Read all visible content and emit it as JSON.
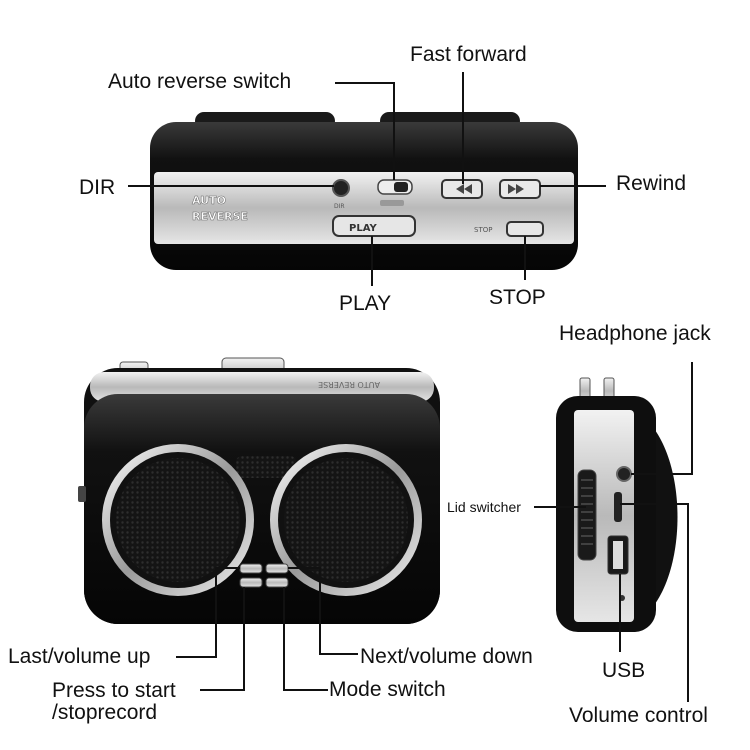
{
  "labels": {
    "auto_reverse_switch": "Auto reverse switch",
    "fast_forward": "Fast forward",
    "dir": "DIR",
    "rewind": "Rewind",
    "play": "PLAY",
    "stop": "STOP",
    "headphone_jack": "Headphone jack",
    "lid_switcher": "Lid switcher",
    "usb": "USB",
    "volume_control": "Volume control",
    "last_volume_up": "Last/volume up",
    "next_volume_down": "Next/volume down",
    "press_to_start_line1": "Press to start",
    "press_to_start_line2": "/stoprecord",
    "mode_switch": "Mode switch"
  },
  "device_print": {
    "auto": "AUTO",
    "reverse": "REVERSE",
    "play_button": "PLAY",
    "dir_small": "DIR",
    "stop_small": "STOP"
  },
  "colors": {
    "body_black": "#0d0d0d",
    "silver": "#c9c9c9",
    "leader_line": "#111111"
  }
}
